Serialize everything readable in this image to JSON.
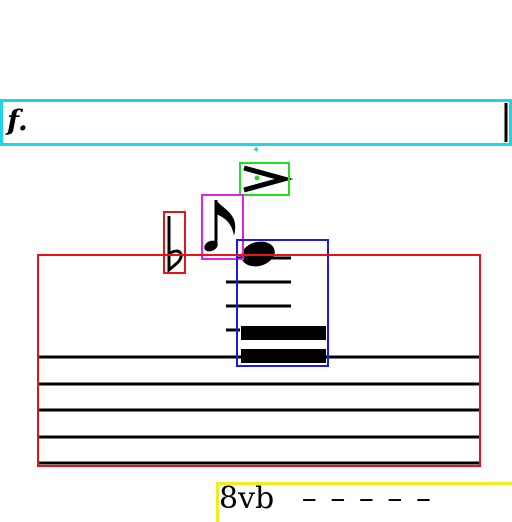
{
  "dynamic": {
    "text": "f."
  },
  "ottava": {
    "label": "8vb",
    "dashes": "– – – – –"
  },
  "annotation_colors": {
    "dynamic_box": "#22d3e6",
    "accent_box": "#22dd22",
    "flag_box": "#e61ee6",
    "flat_box": "#e61414",
    "notehead_ledger_box": "#1a1ae6",
    "staff_box": "#e61414",
    "ottava_box": "#eeee22"
  },
  "symbols": [
    "dynamic-forte",
    "accent",
    "eighth-note-flag",
    "flat",
    "notehead",
    "ledger-lines",
    "staff",
    "ottava-bassa"
  ]
}
